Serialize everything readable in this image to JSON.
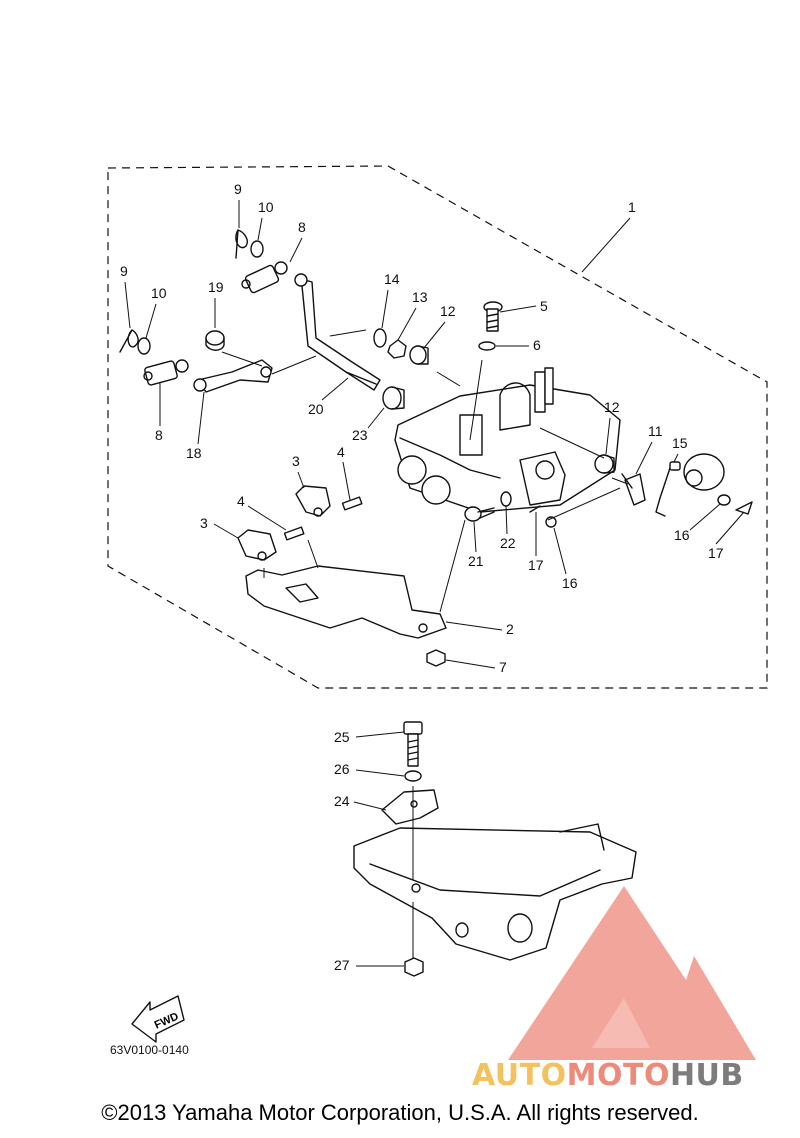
{
  "diagram": {
    "code": "63V0100-0140",
    "fwd_label": "FWD",
    "callouts": [
      "1",
      "2",
      "3",
      "3",
      "4",
      "4",
      "5",
      "6",
      "7",
      "8",
      "8",
      "9",
      "9",
      "10",
      "10",
      "11",
      "12",
      "12",
      "13",
      "14",
      "15",
      "16",
      "16",
      "17",
      "17",
      "18",
      "19",
      "20",
      "21",
      "22",
      "23",
      "24",
      "25",
      "26",
      "27"
    ]
  },
  "watermark": {
    "brand_part1": "AUTO",
    "brand_part2": "MOTO",
    "brand_part3": "HUB",
    "colors": {
      "auto": "#f3c25e",
      "moto": "#ee8a7a",
      "hub": "#7c7c7c",
      "logo": "#f0968a"
    }
  },
  "footer": {
    "copyright": "©2013 Yamaha Motor Corporation, U.S.A. All rights reserved."
  }
}
